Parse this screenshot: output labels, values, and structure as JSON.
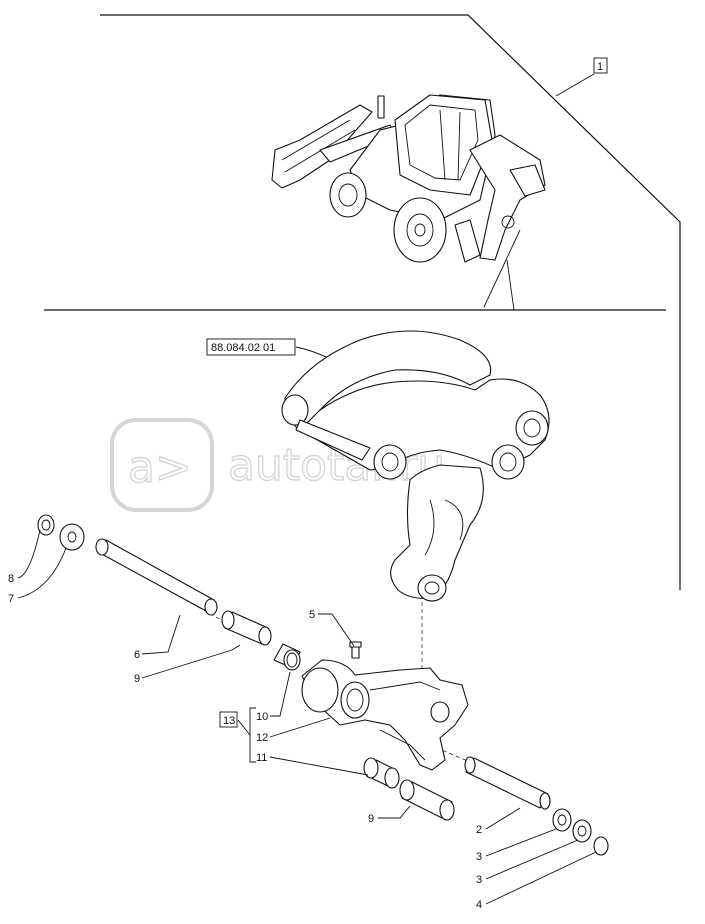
{
  "reference_label": "88.084.02 01",
  "box_callouts": {
    "assembly": "1",
    "kit": "13"
  },
  "callouts": {
    "c2": "2",
    "c3a": "3",
    "c3b": "3",
    "c4": "4",
    "c5": "5",
    "c6": "6",
    "c7": "7",
    "c8": "8",
    "c9a": "9",
    "c9b": "9",
    "c10": "10",
    "c11": "11",
    "c12": "12"
  },
  "watermark": "autotar.ru"
}
